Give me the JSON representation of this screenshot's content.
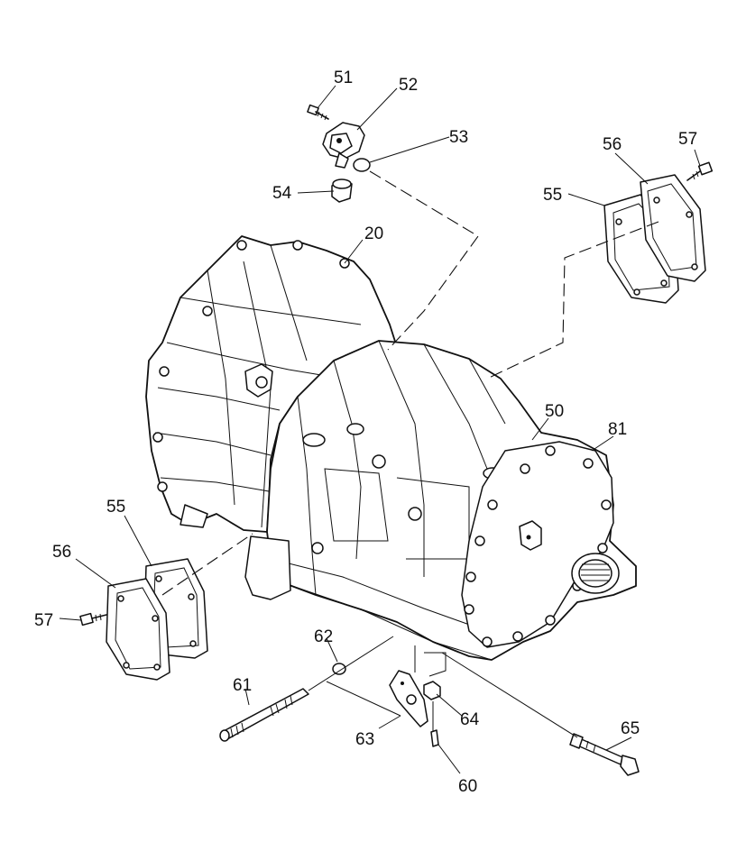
{
  "callouts": [
    {
      "id": "51",
      "text": "51"
    },
    {
      "id": "52",
      "text": "52"
    },
    {
      "id": "53",
      "text": "53"
    },
    {
      "id": "54",
      "text": "54"
    },
    {
      "id": "20",
      "text": "20"
    },
    {
      "id": "56-top",
      "text": "56"
    },
    {
      "id": "57-top",
      "text": "57"
    },
    {
      "id": "55-top",
      "text": "55"
    },
    {
      "id": "50",
      "text": "50"
    },
    {
      "id": "81",
      "text": "81"
    },
    {
      "id": "55-left",
      "text": "55"
    },
    {
      "id": "56-left",
      "text": "56"
    },
    {
      "id": "57-left",
      "text": "57"
    },
    {
      "id": "62",
      "text": "62"
    },
    {
      "id": "61",
      "text": "61"
    },
    {
      "id": "63",
      "text": "63"
    },
    {
      "id": "64",
      "text": "64"
    },
    {
      "id": "65",
      "text": "65"
    },
    {
      "id": "60",
      "text": "60"
    }
  ]
}
